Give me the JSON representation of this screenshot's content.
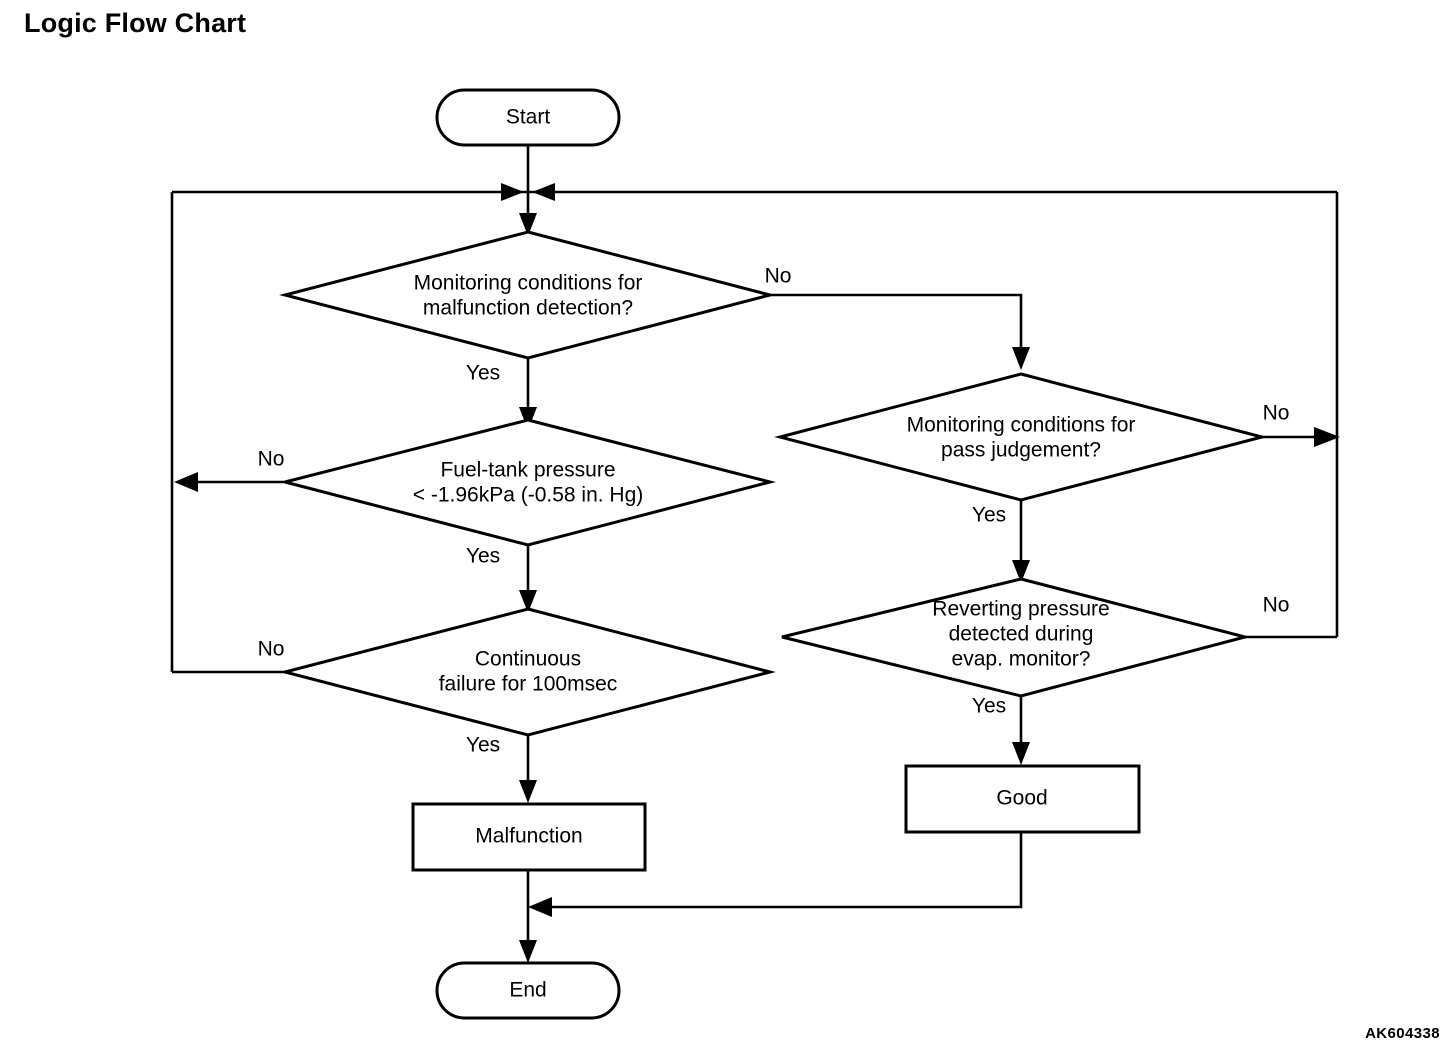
{
  "page": {
    "title": "Logic Flow Chart",
    "figure_code": "AK604338",
    "background_color": "#ffffff",
    "line_color": "#000000"
  },
  "chart_data": {
    "type": "diagram",
    "diagram_kind": "flowchart",
    "title": "Logic Flow Chart",
    "nodes": [
      {
        "id": "start",
        "shape": "stadium",
        "label": "Start"
      },
      {
        "id": "merge1",
        "shape": "junction",
        "label": ""
      },
      {
        "id": "cond_mon",
        "shape": "diamond",
        "label": "Monitoring conditions for malfunction detection?",
        "line1": "Monitoring conditions for",
        "line2": "malfunction detection?"
      },
      {
        "id": "cond_press",
        "shape": "diamond",
        "label": "Fuel-tank pressure < -1.96kPa (-0.58 in. Hg)",
        "line1": "Fuel-tank pressure",
        "line2": "< -1.96kPa (-0.58 in. Hg)"
      },
      {
        "id": "cond_fail",
        "shape": "diamond",
        "label": "Continuous failure for 100msec",
        "line1": "Continuous",
        "line2": "failure for 100msec"
      },
      {
        "id": "malfunction",
        "shape": "rect",
        "label": "Malfunction"
      },
      {
        "id": "cond_pass",
        "shape": "diamond",
        "label": "Monitoring conditions for pass judgement?",
        "line1": "Monitoring conditions for",
        "line2": "pass judgement?"
      },
      {
        "id": "cond_rev",
        "shape": "diamond",
        "label": "Reverting pressure detected during evap.  monitor?",
        "line1": "Reverting pressure",
        "line2": "detected during",
        "line3": "evap.  monitor?"
      },
      {
        "id": "good",
        "shape": "rect",
        "label": "Good"
      },
      {
        "id": "end",
        "shape": "stadium",
        "label": "End"
      }
    ],
    "edges": [
      {
        "from": "start",
        "to": "merge1",
        "label": ""
      },
      {
        "from": "merge1",
        "to": "cond_mon",
        "label": ""
      },
      {
        "from": "cond_mon",
        "to": "cond_press",
        "label": "Yes"
      },
      {
        "from": "cond_mon",
        "to": "cond_pass",
        "label": "No"
      },
      {
        "from": "cond_press",
        "to": "cond_fail",
        "label": "Yes"
      },
      {
        "from": "cond_press",
        "to": "merge1",
        "label": "No"
      },
      {
        "from": "cond_fail",
        "to": "malfunction",
        "label": "Yes"
      },
      {
        "from": "cond_fail",
        "to": "merge1",
        "label": "No"
      },
      {
        "from": "cond_pass",
        "to": "merge1",
        "label": "No"
      },
      {
        "from": "cond_pass",
        "to": "cond_rev",
        "label": "Yes"
      },
      {
        "from": "cond_rev",
        "to": "merge1",
        "label": "No"
      },
      {
        "from": "cond_rev",
        "to": "good",
        "label": "Yes"
      },
      {
        "from": "malfunction",
        "to": "end",
        "label": ""
      },
      {
        "from": "good",
        "to": "end",
        "label": ""
      }
    ]
  },
  "labels": {
    "start": "Start",
    "end": "End",
    "malfunction": "Malfunction",
    "good": "Good",
    "cond_mon_l1": "Monitoring conditions for",
    "cond_mon_l2": "malfunction detection?",
    "cond_press_l1": "Fuel-tank pressure",
    "cond_press_l2": "< -1.96kPa (-0.58 in. Hg)",
    "cond_fail_l1": "Continuous",
    "cond_fail_l2": "failure for 100msec",
    "cond_pass_l1": "Monitoring conditions for",
    "cond_pass_l2": "pass judgement?",
    "cond_rev_l1": "Reverting pressure",
    "cond_rev_l2": "detected during",
    "cond_rev_l3": "evap.  monitor?",
    "yes_mon": "Yes",
    "no_mon": "No",
    "yes_press": "Yes",
    "no_press": "No",
    "yes_fail": "Yes",
    "no_fail": "No",
    "yes_pass": "Yes",
    "no_pass": "No",
    "yes_rev": "Yes",
    "no_rev": "No"
  }
}
